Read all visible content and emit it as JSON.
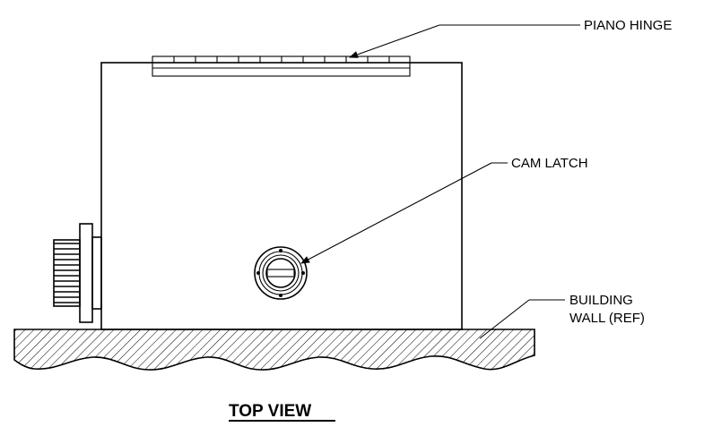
{
  "callouts": {
    "piano_hinge": "PIANO HINGE",
    "cam_latch": "CAM LATCH",
    "building_wall_line1": "BUILDING",
    "building_wall_line2": "WALL (REF)"
  },
  "view_title": "TOP VIEW"
}
